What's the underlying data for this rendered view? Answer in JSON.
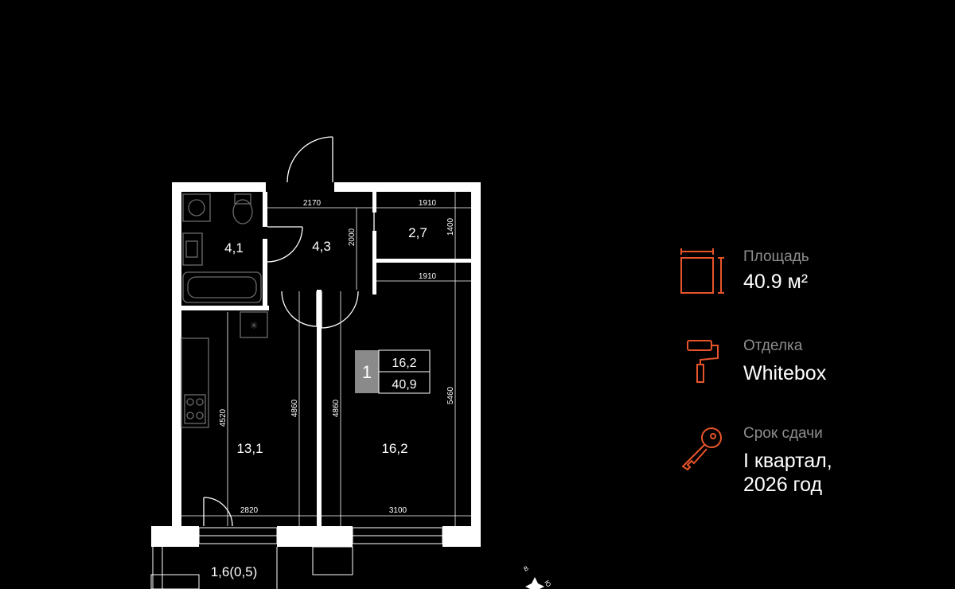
{
  "floorplan": {
    "room_areas": {
      "bathroom": "4,1",
      "hall": "4,3",
      "storage": "2,7",
      "kitchen": "13,1",
      "bedroom": "16,2",
      "balcony": "1,6(0,5)"
    },
    "dimensions": {
      "hall_width": "2170",
      "storage_width_top": "1910",
      "storage_height": "1400",
      "hall_height": "2000",
      "bedroom_width_top": "1910",
      "kitchen_height": "4520",
      "kitchen_depth": "4860",
      "bedroom_depth": "4860",
      "bedroom_height": "5460",
      "kitchen_width": "2820",
      "bedroom_width": "3100"
    },
    "badge": {
      "rooms": "1",
      "living_area": "16,2",
      "total_area": "40,9"
    },
    "compass_letters": [
      "В",
      "Ю"
    ]
  },
  "info": {
    "area": {
      "label": "Площадь",
      "value": "40.9 м²",
      "icon": "area-icon"
    },
    "finish": {
      "label": "Отделка",
      "value": "Whitebox",
      "icon": "paint-roller-icon"
    },
    "delivery": {
      "label": "Срок сдачи",
      "value_line1": "I квартал,",
      "value_line2": "2026 год",
      "icon": "key-icon"
    }
  },
  "colors": {
    "background": "#000000",
    "wall": "#ffffff",
    "accent": "#e8542a",
    "label": "#8d8d8d",
    "fixture": "#6b6b6b"
  }
}
